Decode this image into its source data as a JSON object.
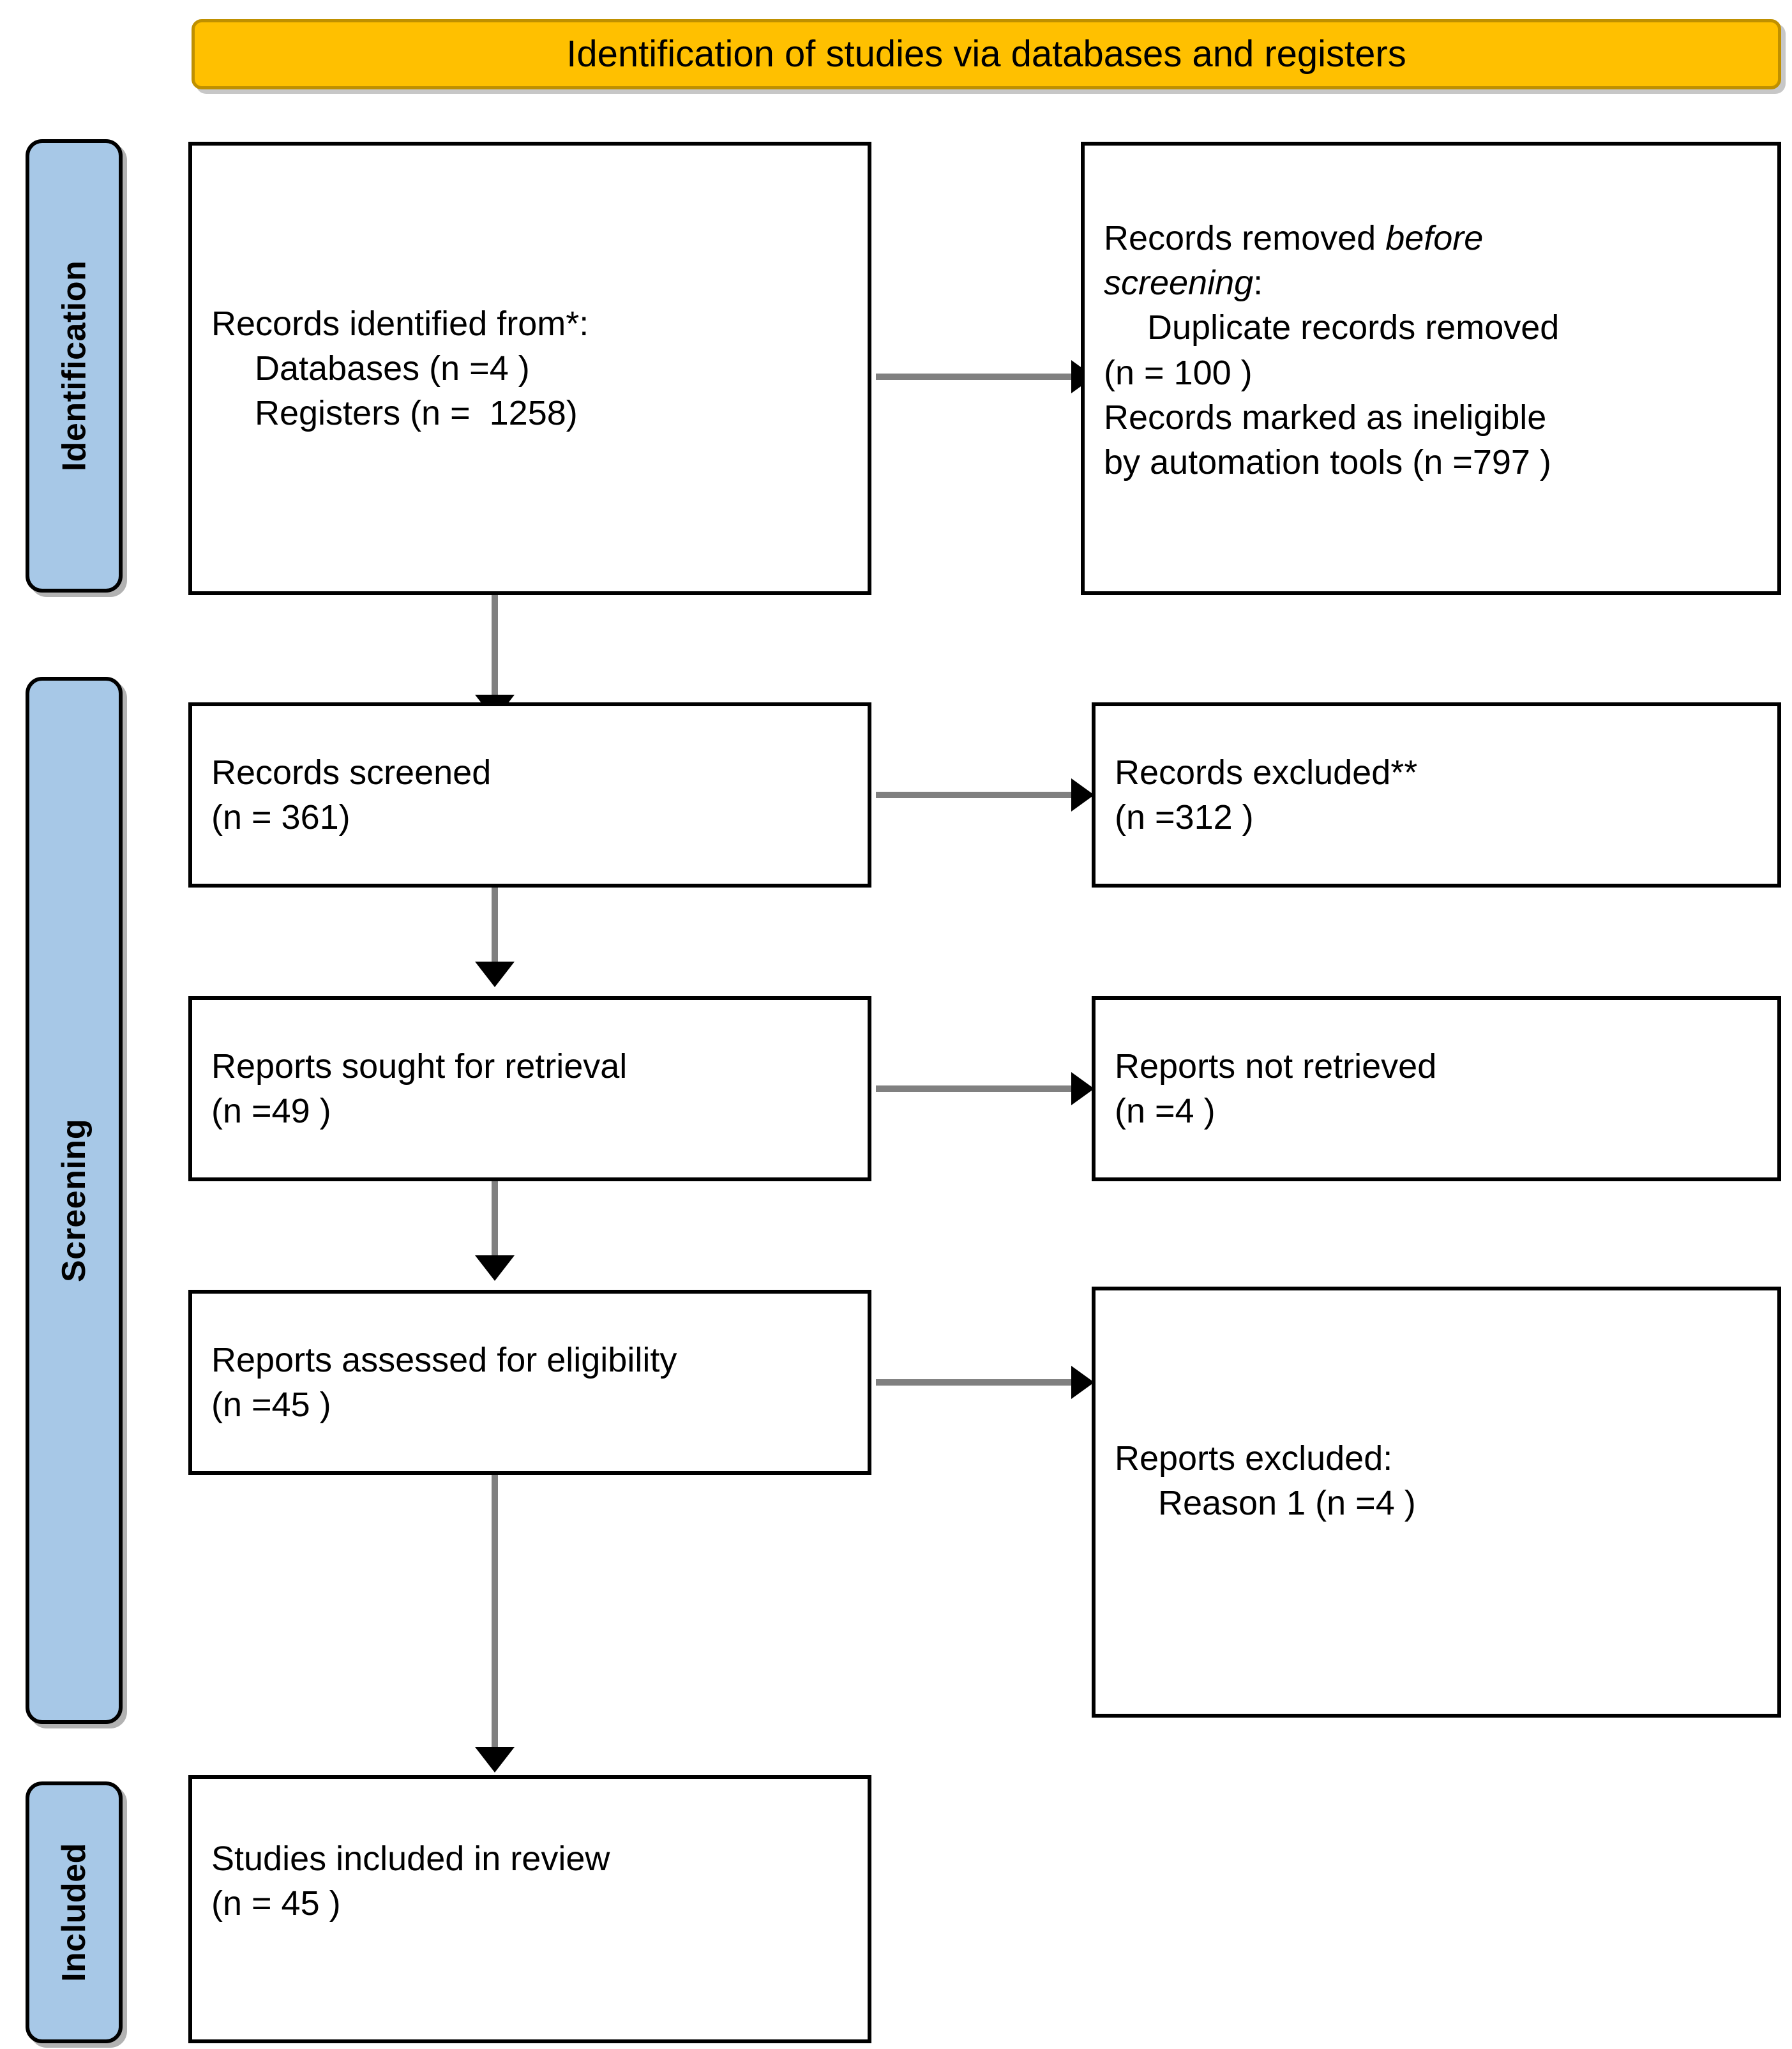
{
  "header": {
    "title": "Identification of studies via databases and registers",
    "fill_color": "#FFC000",
    "border_color": "#BF9000"
  },
  "phases": [
    {
      "key": "identification",
      "label": "Identification",
      "fill_color": "#A7C8E7"
    },
    {
      "key": "screening",
      "label": "Screening",
      "fill_color": "#A7C8E7"
    },
    {
      "key": "included",
      "label": "Included",
      "fill_color": "#A7C8E7"
    }
  ],
  "boxes": {
    "records_identified": {
      "line1": "Records identified from*:",
      "line2": "Databases (n =4 )",
      "line3": "Registers (n =  1258)"
    },
    "records_removed": {
      "line1_prefix": "Records removed ",
      "line1_italic": "before",
      "line2_italic": "screening",
      "line2_suffix": ":",
      "line3": "Duplicate records removed",
      "line4": "(n = 100 )",
      "line5": "Records marked as ineligible",
      "line6": "by automation tools (n =797 )"
    },
    "records_screened": {
      "line1": "Records screened",
      "line2": "(n = 361)"
    },
    "records_excluded": {
      "line1": "Records excluded**",
      "line2": "(n =312 )"
    },
    "reports_sought": {
      "line1": "Reports sought for retrieval",
      "line2": "(n =49 )"
    },
    "reports_not_retrieved": {
      "line1": "Reports not retrieved",
      "line2": "(n =4 )"
    },
    "reports_assessed": {
      "line1": "Reports assessed for eligibility",
      "line2": "(n =45 )"
    },
    "reports_excluded": {
      "line1": "Reports excluded:",
      "line2": "Reason 1 (n =4 )"
    },
    "studies_included": {
      "line1": "Studies included in review",
      "line2": "(n = 45 )"
    }
  },
  "arrows": {
    "line_color": "#808080",
    "head_color": "#000000"
  }
}
